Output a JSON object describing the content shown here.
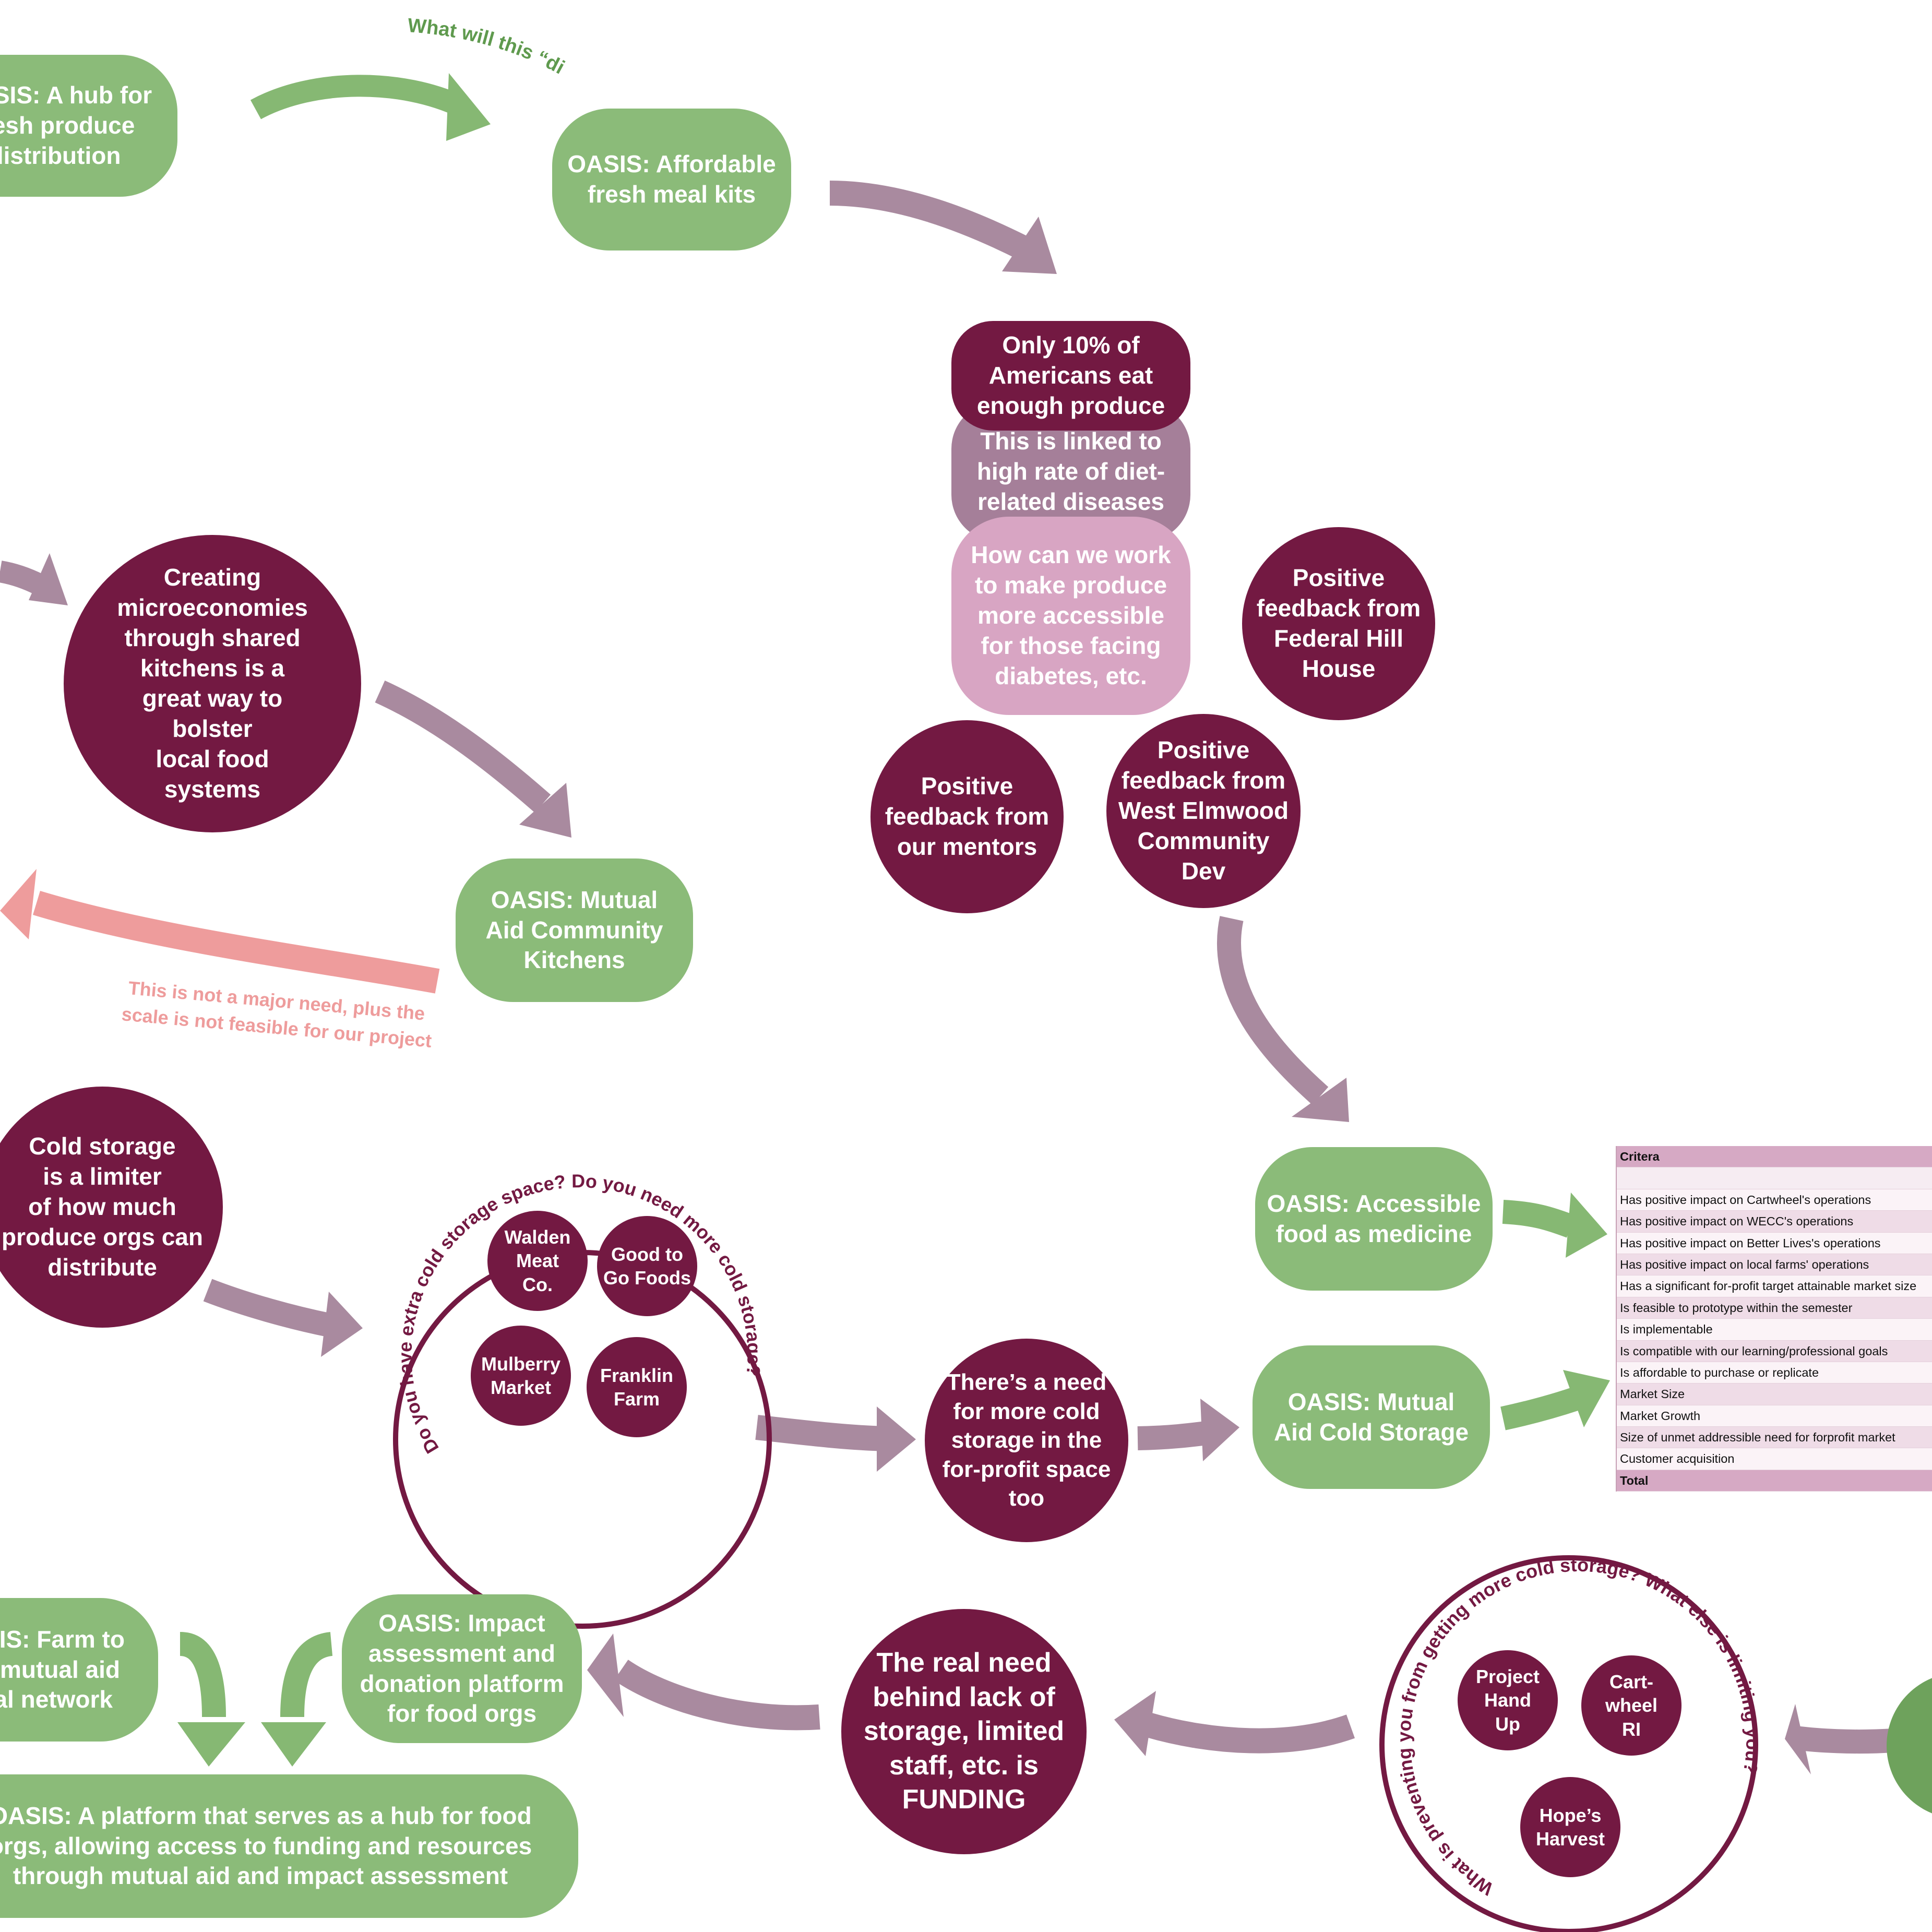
{
  "colors": {
    "green": "#8bbb79",
    "maroon": "#731942",
    "mauve": "#a57f99",
    "pink": "#d8a5c3",
    "arrow_mauve": "#a98a9f",
    "arrow_green": "#86b873",
    "arrow_salmon": "#ee9c9c",
    "label_green": "#5f9a4e",
    "label_salmon": "#ee9c9c",
    "dark_green": "#6ea25c"
  },
  "nodes": {
    "hub_distribution": "OASIS: A hub for\nfresh produce\ndistribution",
    "meal_kits": "OASIS: Affordable\nfresh meal kits",
    "only_10": "Only 10% of\nAmericans eat\nenough produce",
    "linked": "This is linked to\nhigh rate of diet-\nrelated diseases",
    "how_can": "How can we work\nto make produce\nmore accessible\nfor those facing\ndiabetes, etc.",
    "federal_hill": "Positive\nfeedback from\nFederal Hill\nHouse",
    "mentors": "Positive\nfeedback from\nour mentors",
    "west_elmwood": "Positive\nfeedback from\nWest Elmwood\nCommunity\nDev",
    "microeconomies": "Creating\nmicroeconomies\nthrough shared\nkitchens is a\ngreat way to\nbolster\nlocal food\nsystems",
    "mutual_aid_kitchens": "OASIS: Mutual\nAid Community\nKitchens",
    "cold_storage_limiter": "Cold storage\nis a limiter\nof how much\nproduce orgs can\ndistribute",
    "walden": "Walden\nMeat\nCo.",
    "good_to_go": "Good to\nGo Foods",
    "mulberry": "Mulberry\nMarket",
    "franklin": "Franklin\nFarm",
    "need_cold_storage": "There’s a need\nfor more cold\nstorage in the\nfor-profit space\ntoo",
    "food_as_medicine": "OASIS: Accessible\nfood as medicine",
    "mutual_aid_cold": "OASIS: Mutual\nAid Cold Storage",
    "project_hand_up": "Project\nHand\nUp",
    "cartwheel": "Cart-\nwheel\nRI",
    "hopes_harvest": "Hope’s\nHarvest",
    "real_need_funding": "The real need\nbehind lack of\nstorage, limited\nstaff, etc. is\nFUNDING",
    "impact_platform": "OASIS: Impact\nassessment and\ndonation platform\nfor food orgs",
    "farm_to_mutual_aid": "OASIS: Farm to\ncity mutual aid\nlocal network",
    "platform_hub": "OASIS: A platform that serves as a hub for food\norgs, allowing access to funding and resources\nthrough mutual aid and impact assessment"
  },
  "labels": {
    "distribution_question": "What will this “distribution” look like?",
    "not_major_need_line1": "This is not a major need, plus the",
    "not_major_need_line2": "scale is not feasible for our project",
    "ring_cold_storage_question": "Do you have extra cold storage space? Do you need more cold storage?",
    "ring_limiting_question": "What is preventing you from getting more cold storage? What else is limiting you?"
  },
  "criteria_table": {
    "header": "Critera",
    "rows": [
      "Has positive impact on Cartwheel's operations",
      "Has positive impact on WECC's operations",
      "Has positive impact on Better Lives's operations",
      "Has positive impact on local farms' operations",
      "Has a significant for-profit target attainable market size",
      "Is feasible to prototype within the semester",
      "Is implementable",
      "Is compatible with our learning/professional goals",
      "Is affordable to purchase or replicate",
      "Market Size",
      "Market Growth",
      "Size of unmet addressible need for forprofit market",
      "Customer acquisition"
    ],
    "total": "Total"
  }
}
